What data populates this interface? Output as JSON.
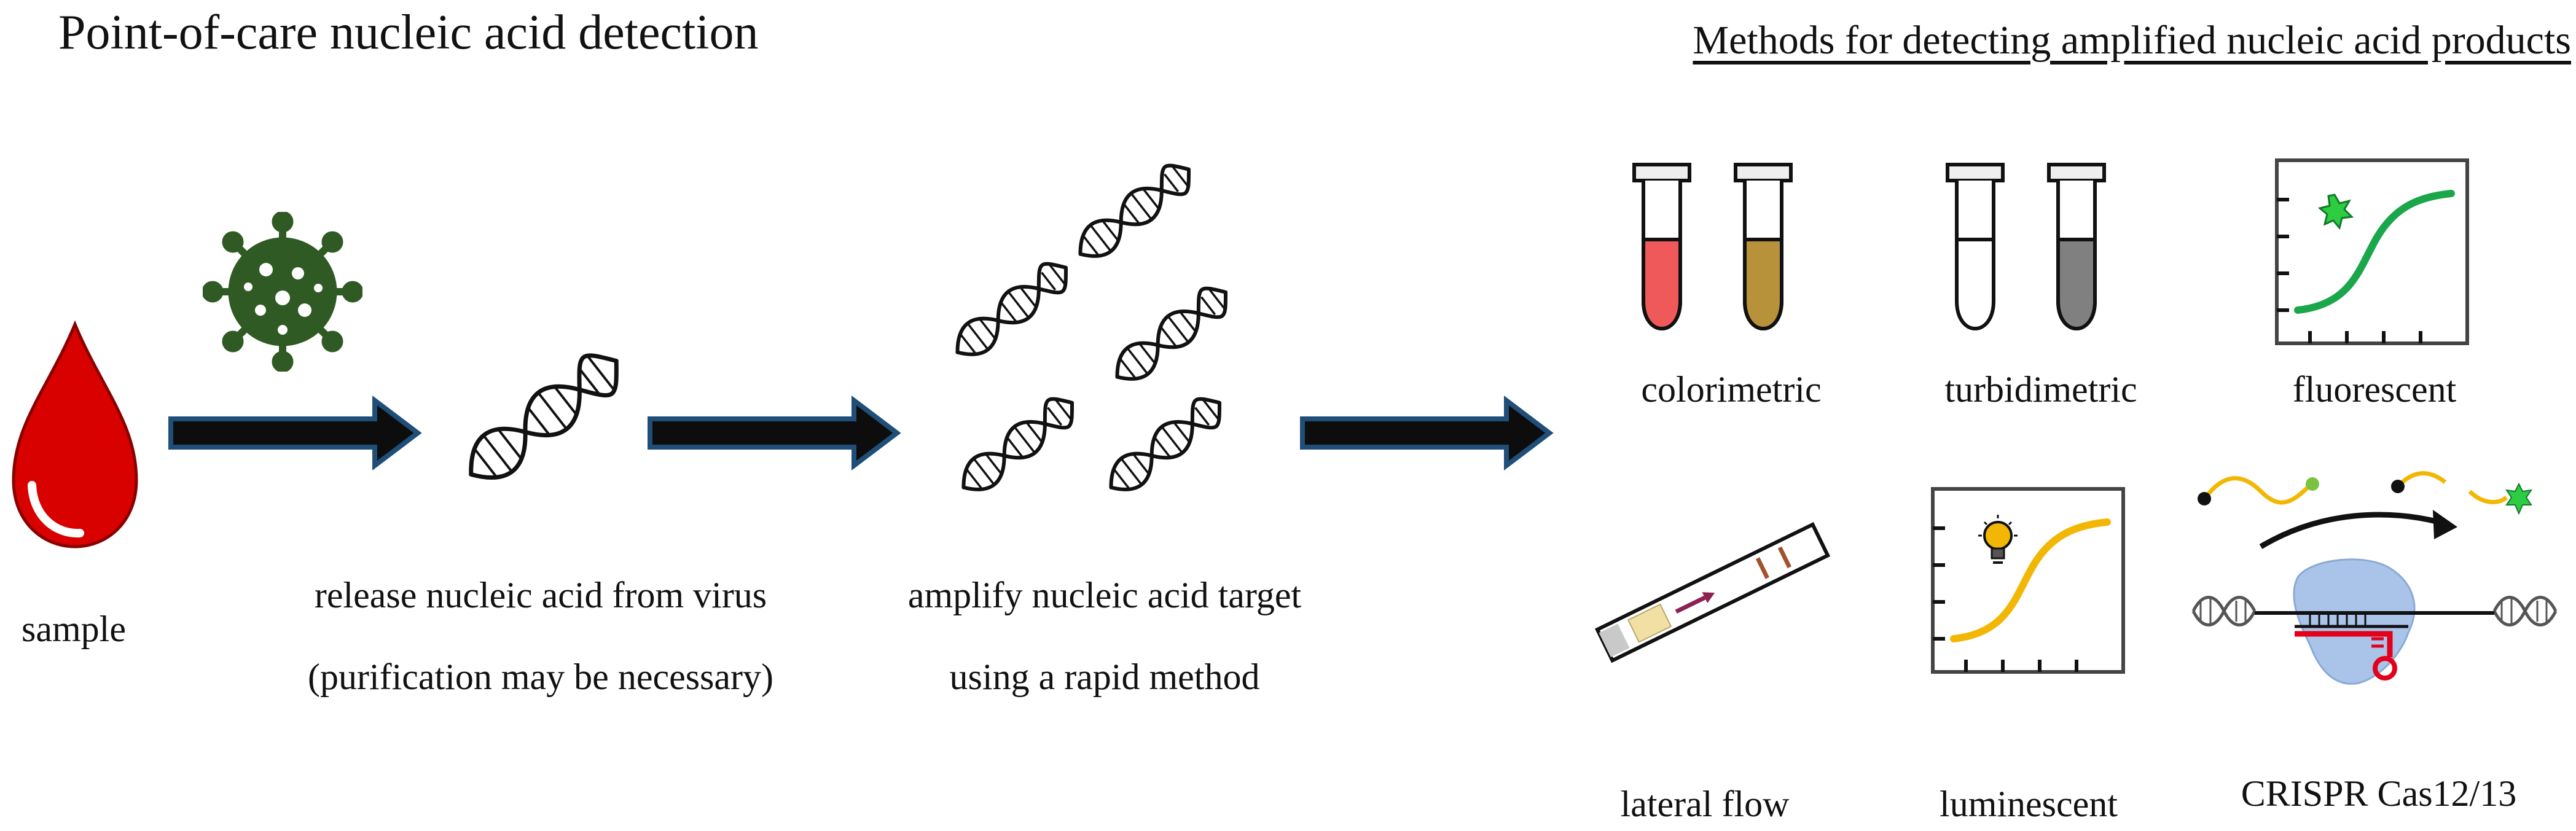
{
  "title": "Point-of-care nucleic acid detection",
  "methods_title": "Methods for detecting amplified nucleic acid products",
  "steps": {
    "sample": "sample",
    "release_line1": "release nucleic acid from virus",
    "release_line2": "(purification may be necessary)",
    "amplify_line1": "amplify nucleic acid target",
    "amplify_line2": "using a rapid method"
  },
  "methods": {
    "colorimetric": "colorimetric",
    "turbidimetric": "turbidimetric",
    "fluorescent": "fluorescent",
    "lateral_flow": "lateral flow",
    "luminescent": "luminescent",
    "crispr": "CRISPR Cas12/13"
  },
  "colors": {
    "blood": "#d90000",
    "virus": "#2f5a24",
    "arrow_fill": "#0d0d0d",
    "arrow_edge": "#1f4e79",
    "tube_red": "#f0595a",
    "tube_gold": "#b8923a",
    "tube_gray": "#808080",
    "fluor_curve": "#1aa64a",
    "lum_curve": "#f2b705",
    "cas_protein": "#a9c4e8",
    "crrna": "#e3001b"
  }
}
